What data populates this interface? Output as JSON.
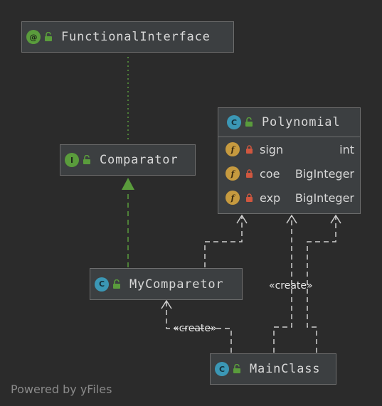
{
  "diagram": {
    "nodes": {
      "functional_interface": {
        "name": "FunctionalInterface",
        "kind": "annotation",
        "badge": "@"
      },
      "comparator": {
        "name": "Comparator",
        "kind": "interface",
        "badge": "I"
      },
      "polynomial": {
        "name": "Polynomial",
        "kind": "class",
        "badge": "C",
        "fields": [
          {
            "name": "sign",
            "type": "int",
            "badge": "f"
          },
          {
            "name": "coe",
            "type": "BigInteger",
            "badge": "f"
          },
          {
            "name": "exp",
            "type": "BigInteger",
            "badge": "f"
          }
        ]
      },
      "my_comparetor": {
        "name": "MyComparetor",
        "kind": "class",
        "badge": "C"
      },
      "main_class": {
        "name": "MainClass",
        "kind": "class",
        "badge": "C"
      }
    },
    "edges": [
      {
        "from": "comparator",
        "to": "functional_interface",
        "kind": "annotation"
      },
      {
        "from": "my_comparetor",
        "to": "comparator",
        "kind": "implements"
      },
      {
        "from": "my_comparetor",
        "to": "polynomial",
        "kind": "dependency"
      },
      {
        "from": "main_class",
        "to": "polynomial",
        "kind": "create",
        "label": "«create»"
      },
      {
        "from": "main_class",
        "to": "polynomial",
        "kind": "dependency"
      },
      {
        "from": "main_class",
        "to": "my_comparetor",
        "kind": "create",
        "label": "«create»"
      }
    ],
    "colors": {
      "background": "#2b2b2b",
      "node_fill": "#3c3f41",
      "node_border": "#6e6e6e",
      "implements_edge": "#5a9c3c",
      "dependency_edge": "#d0d0d0"
    }
  },
  "watermark": "Powered by yFiles"
}
